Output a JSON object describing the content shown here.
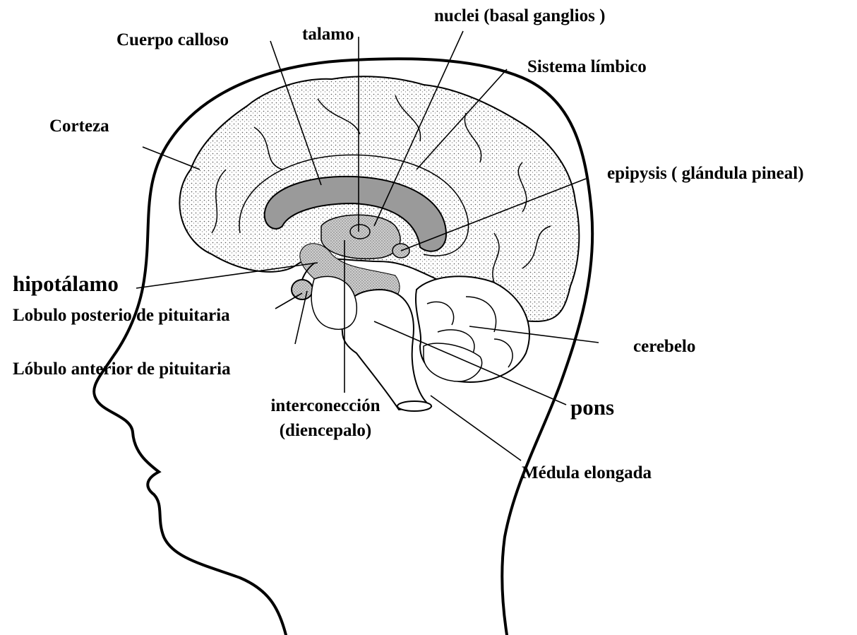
{
  "diagram": {
    "labels": {
      "cuerpo_calloso": "Cuerpo calloso",
      "talamo": "talamo",
      "nuclei": "nuclei (basal ganglios )",
      "sistema_limbico": "Sistema límbico",
      "corteza": "Corteza",
      "epipysis": "epipysis ( glándula pineal)",
      "hipotalamo": "hipotálamo",
      "lobulo_posterior": "Lobulo posterio de pituitaria",
      "lobulo_anterior": "Lóbulo anterior de pituitaria",
      "cerebelo": "cerebelo",
      "interconeccion_1": "interconección",
      "interconeccion_2": "(diencepalo)",
      "pons": "pons",
      "medula": "Médula elongada"
    },
    "colors": {
      "ink": "#000000",
      "background": "#ffffff",
      "stipple": "#bdbdbd",
      "dark_region": "#9a9a9a"
    }
  }
}
